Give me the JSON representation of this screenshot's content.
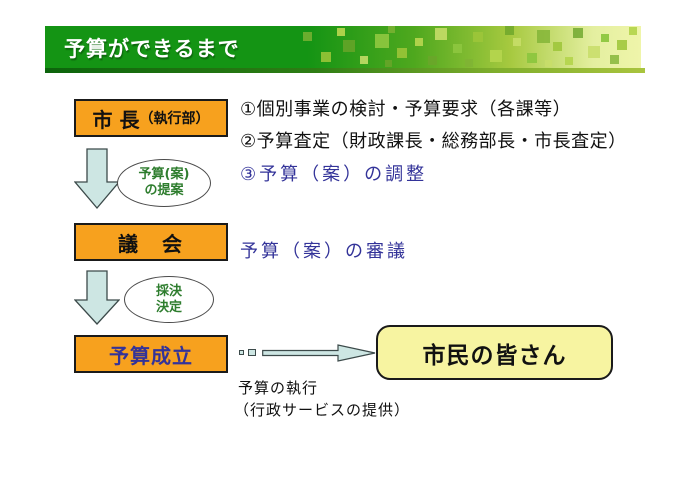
{
  "title_bar": {
    "title": "予算ができるまで"
  },
  "flow": {
    "mayor_box": {
      "main": "市 長",
      "sub": "（執行部）"
    },
    "proposal_ellipse": {
      "line1": "予算(案)",
      "line2": "の提案"
    },
    "assembly_box": {
      "label": "議　会"
    },
    "decision_ellipse": {
      "line1": "採決",
      "line2": "決定"
    },
    "enacted_box": {
      "label": "予算成立"
    },
    "citizens_box": {
      "label": "市民の皆さん"
    }
  },
  "annotations": {
    "step1": "①個別事業の検討・予算要求（各課等）",
    "step2": "②予算査定（財政課長・総務部長・市長査定）",
    "step3": "③予算（案）の調整",
    "deliberation": "予算（案）の審議",
    "execution": "予算の執行",
    "execution_note": "（行政サービスの提供）"
  },
  "colors": {
    "banner_green": "#149414",
    "banner_fade": "#EFF5AA",
    "box_orange": "#F7A11E",
    "accent_blue": "#333399",
    "ellipse_text_green": "#2E7D2E",
    "citizens_yellow": "#F7F4A1",
    "arrow_fill": "#CDE6E3"
  }
}
